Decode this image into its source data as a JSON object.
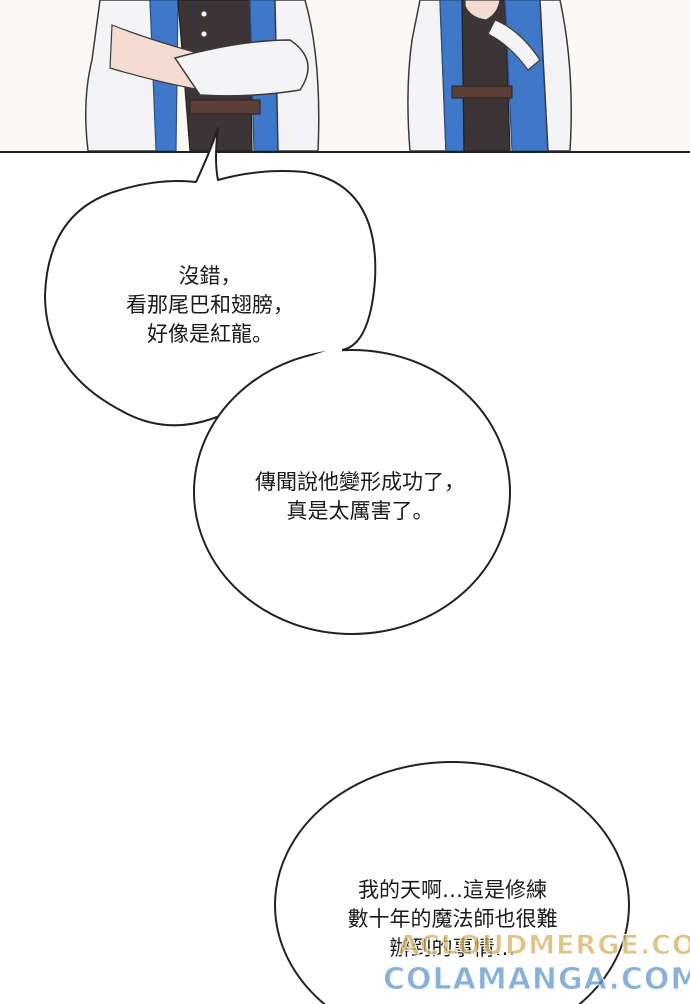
{
  "bubbles": [
    {
      "lines": [
        "沒錯，",
        "看那尾巴和翅膀，",
        "好像是紅龍。"
      ]
    },
    {
      "lines": [
        "傳聞說他變形成功了，",
        "真是太厲害了。"
      ]
    },
    {
      "lines": [
        "我的天啊…這是修練",
        "數十年的魔法師也很難",
        "辦到的事情…"
      ]
    }
  ],
  "watermarks": [
    "ACLOUDMERGE.COM",
    "COLAMANGA.COM"
  ],
  "colors": {
    "robe_blue": "#3f78c8",
    "robe_white": "#f4f4f6",
    "vest_dark": "#3c3436",
    "belt_brown": "#5b3f38",
    "skin": "#f5dcd2",
    "outline": "#222222"
  }
}
